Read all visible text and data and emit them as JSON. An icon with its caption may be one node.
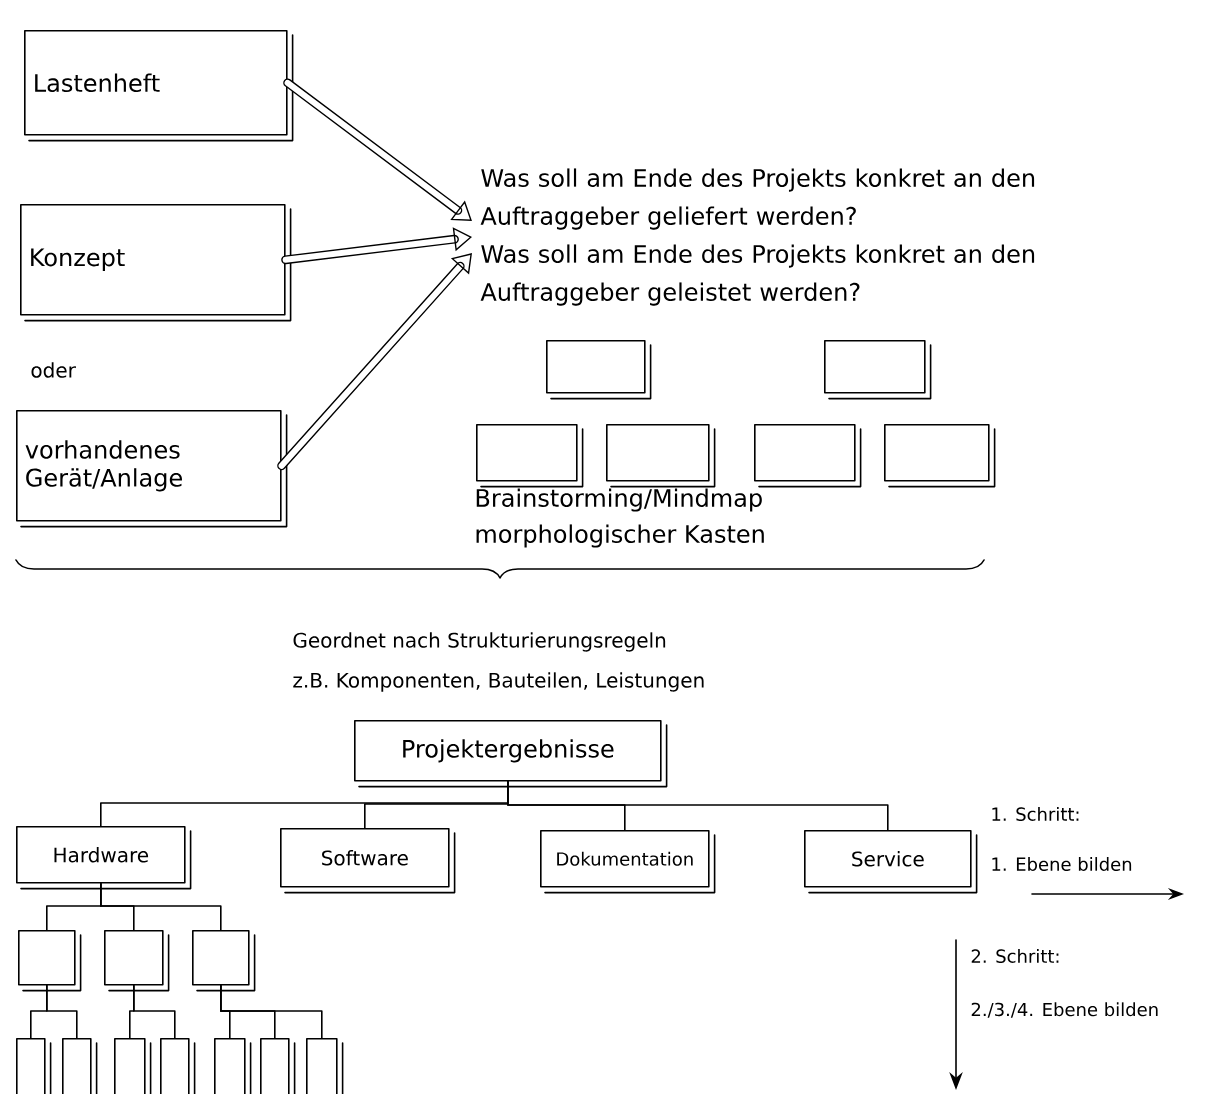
{
  "diagram": {
    "nodes": [
      {
        "text": [
          "Lastenheft"
        ]
      },
      {
        "text": [
          "Konzept"
        ]
      },
      {
        "text": [
          "vorhandenes Gerät/Anlage"
        ]
      },
      {
        "text": [
          "Was soll am Ende des Projekts konkret an den Auftraggeber geliefert werden?",
          "Was soll am Ende des Projekts konkret an den Auftraggeber geleistet werden?"
        ]
      },
      {
        "text": [],
        "shape": "box"
      },
      {
        "text": [],
        "shape": "box"
      },
      {
        "text": [],
        "shape": "box"
      },
      {
        "text": [],
        "shape": "box"
      },
      {
        "text": [],
        "shape": "box"
      },
      {
        "text": [],
        "shape": "box"
      },
      {
        "text": [
          "Projektergebnisse"
        ]
      },
      {
        "text": [
          "Hardware"
        ]
      },
      {
        "text": [
          "Software"
        ]
      },
      {
        "text": [
          "Dokumentation"
        ]
      },
      {
        "text": [
          "Service"
        ]
      },
      {
        "text": [],
        "shape": "box"
      },
      {
        "text": [],
        "shape": "box"
      },
      {
        "text": [],
        "shape": "box"
      },
      {
        "text": [],
        "shape": "box"
      },
      {
        "text": [],
        "shape": "box"
      },
      {
        "text": [],
        "shape": "box"
      },
      {
        "text": [],
        "shape": "box"
      },
      {
        "text": [],
        "shape": "box"
      },
      {
        "text": [],
        "shape": "box"
      },
      {
        "text": [],
        "shape": "box"
      }
    ],
    "edges": [
      {
        "from": 0,
        "to": 3,
        "arrow": "to",
        "style": "thick"
      },
      {
        "from": 1,
        "to": 3,
        "arrow": "to",
        "style": "thick"
      },
      {
        "from": 2,
        "to": 3,
        "arrow": "to",
        "style": "thick"
      },
      {
        "from": 10,
        "to": 11,
        "arrow": "none"
      },
      {
        "from": 10,
        "to": 12,
        "arrow": "none"
      },
      {
        "from": 10,
        "to": 13,
        "arrow": "none"
      },
      {
        "from": 10,
        "to": 14,
        "arrow": "none"
      },
      {
        "from": 11,
        "to": 15,
        "arrow": "none"
      },
      {
        "from": 11,
        "to": 16,
        "arrow": "none"
      },
      {
        "from": 11,
        "to": 17,
        "arrow": "none"
      },
      {
        "from": 15,
        "to": 18,
        "arrow": "none"
      },
      {
        "from": 15,
        "to": 19,
        "arrow": "none"
      },
      {
        "from": 16,
        "to": 20,
        "arrow": "none"
      },
      {
        "from": 16,
        "to": 21,
        "arrow": "none"
      },
      {
        "from": 17,
        "to": 22,
        "arrow": "none"
      },
      {
        "from": 17,
        "to": 23,
        "arrow": "none"
      },
      {
        "from": 17,
        "to": 24,
        "arrow": "none"
      }
    ],
    "labels": [
      "oder",
      "Brainstorming/Mindmap",
      "morphologischer Kasten",
      "Geordnet nach Strukturierungsregeln",
      "z.B. Komponenten, Bauteilen, Leistungen",
      "1. Schritt:",
      "1. Ebene bilden",
      "2. Schritt:",
      "2./3./4. Ebene bilden"
    ]
  }
}
